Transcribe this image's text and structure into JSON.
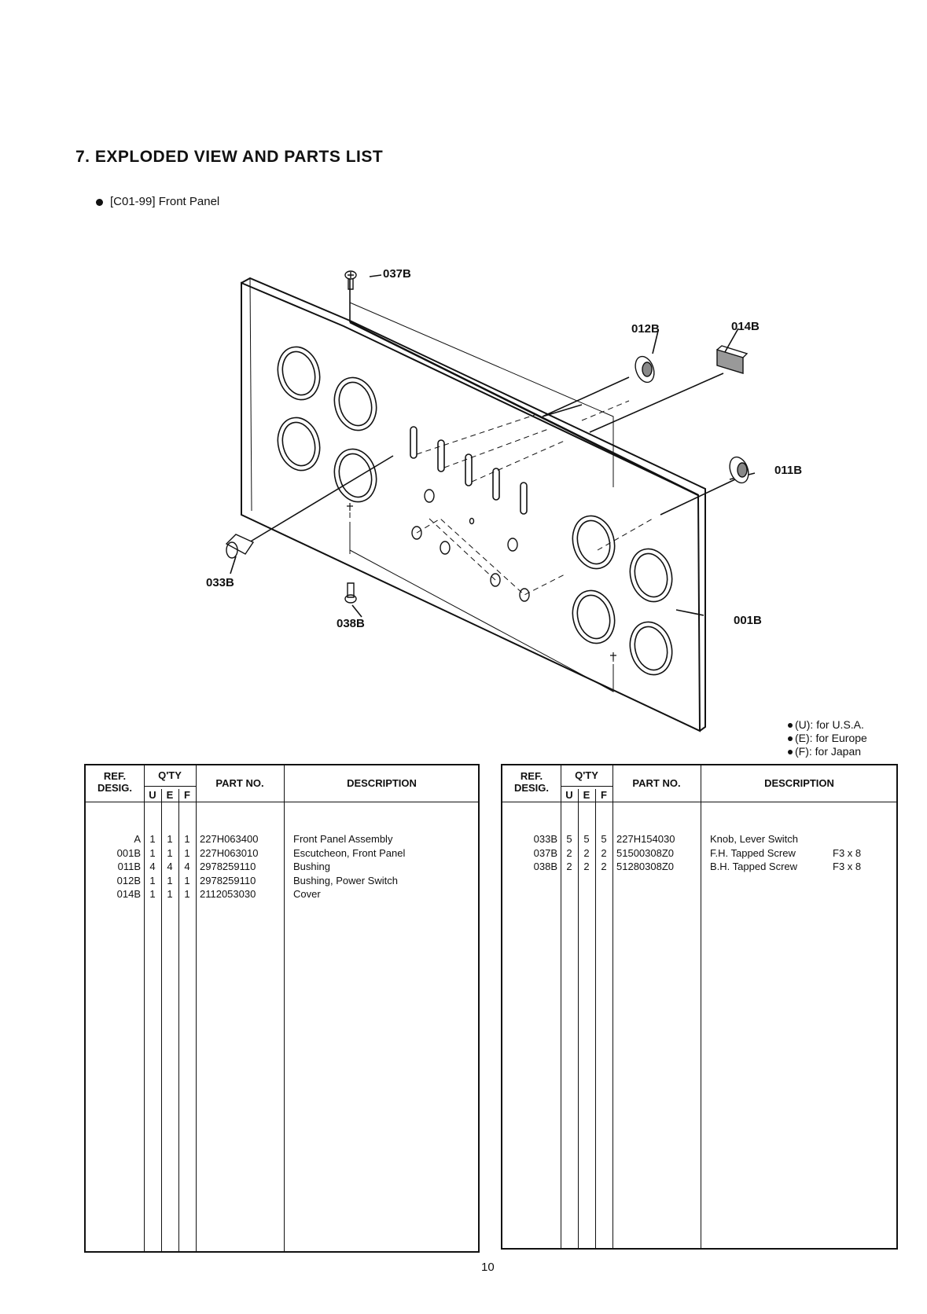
{
  "heading": "7.  EXPLODED VIEW AND PARTS LIST",
  "subheading": "[C01-99]  Front Panel",
  "callouts": {
    "c037b": "037B",
    "c012b": "012B",
    "c014b": "014B",
    "c011b": "011B",
    "c033b": "033B",
    "c038b": "038B",
    "c001b": "001B"
  },
  "legend": [
    "(U): for U.S.A.",
    "(E): for Europe",
    "(F): for Japan"
  ],
  "table_headers": {
    "ref": [
      "REF.",
      "DESIG."
    ],
    "qty": "Q'TY",
    "u": "U",
    "e": "E",
    "f": "F",
    "part_no": "PART NO.",
    "description": "DESCRIPTION"
  },
  "left_rows": [
    {
      "ref": "A",
      "u": "1",
      "e": "1",
      "f": "1",
      "part": "227H063400",
      "desc": "Front Panel Assembly",
      "note": ""
    },
    {
      "ref": "001B",
      "u": "1",
      "e": "1",
      "f": "1",
      "part": "227H063010",
      "desc": "Escutcheon, Front Panel",
      "note": ""
    },
    {
      "ref": "011B",
      "u": "4",
      "e": "4",
      "f": "4",
      "part": "2978259110",
      "desc": "Bushing",
      "note": ""
    },
    {
      "ref": "012B",
      "u": "1",
      "e": "1",
      "f": "1",
      "part": "2978259110",
      "desc": "Bushing, Power Switch",
      "note": ""
    },
    {
      "ref": "014B",
      "u": "1",
      "e": "1",
      "f": "1",
      "part": "2112053030",
      "desc": "Cover",
      "note": ""
    }
  ],
  "right_rows": [
    {
      "ref": "033B",
      "u": "5",
      "e": "5",
      "f": "5",
      "part": "227H154030",
      "desc": "Knob, Lever Switch",
      "note": ""
    },
    {
      "ref": "037B",
      "u": "2",
      "e": "2",
      "f": "2",
      "part": "51500308Z0",
      "desc": "F.H. Tapped Screw",
      "note": "F3 x 8"
    },
    {
      "ref": "038B",
      "u": "2",
      "e": "2",
      "f": "2",
      "part": "51280308Z0",
      "desc": "B.H. Tapped Screw",
      "note": "F3 x 8"
    }
  ],
  "page_number": "10"
}
